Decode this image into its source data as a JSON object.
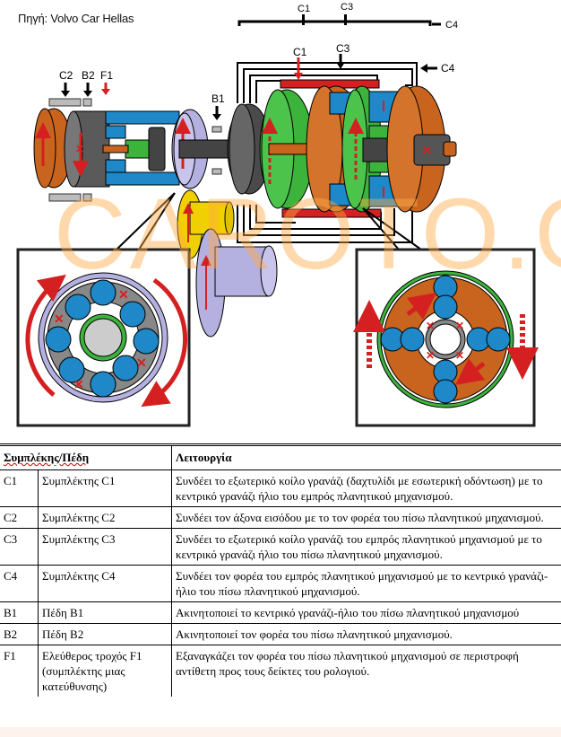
{
  "source_label": "Πηγή: Volvo Car Hellas",
  "watermark": "CAROTO.GR",
  "diagram": {
    "labels": {
      "c2": "C2",
      "b2": "B2",
      "f1": "F1",
      "b1": "B1",
      "c1_top": "C1",
      "c3_top": "C3",
      "c4_top": "C4",
      "c1": "C1",
      "c3": "C3",
      "c4": "C4"
    },
    "colors": {
      "orange": "#c8641e",
      "blue": "#1e88c8",
      "green": "#3cb43c",
      "grey": "#5a5a5a",
      "lavender": "#b4b0e0",
      "yellow": "#f0d000",
      "red": "#d42020"
    }
  },
  "table": {
    "headers": [
      "Συμπλέκης/Πέδη",
      "Λειτουργία"
    ],
    "rows": [
      {
        "code": "C1",
        "name": "Συμπλέκτης C1",
        "function": "Συνδέει το εξωτερικό κοίλο γρανάζι (δαχτυλίδι με εσωτερική οδόντωση) με το κεντρικό γρανάζι ήλιο του εμπρός πλανητικού μηχανισμού."
      },
      {
        "code": "C2",
        "name": "Συμπλέκτης C2",
        "function": "Συνδέει τον άξονα εισόδου με το τον φορέα του πίσω πλανητικού μηχανισμού."
      },
      {
        "code": "C3",
        "name": "Συμπλέκτης C3",
        "function": "Συνδέει το εξωτερικό κοίλο γρανάζι του εμπρός πλανητικού μηχανισμού με το κεντρικό γρανάζι ήλιο του πίσω πλανητικού μηχανισμού."
      },
      {
        "code": "C4",
        "name": "Συμπλέκτης C4",
        "function": "Συνδέει τον φορέα του εμπρός πλανητικού μηχανισμού με το κεντρικό γρανάζι-ήλιο του πίσω πλανητικού μηχανισμού."
      },
      {
        "code": "B1",
        "name": "Πέδη B1",
        "function": "Ακινητοποιεί το κεντρικό γρανάζι-ήλιο του πίσω πλανητικού μηχανισμού"
      },
      {
        "code": "B2",
        "name": "Πέδη B2",
        "function": "Ακινητοποιεί τον φορέα του πίσω πλανητικού μηχανισμού."
      },
      {
        "code": "F1",
        "name": "Ελεύθερος τροχός F1 (συμπλέκτης μιας κατεύθυνσης)",
        "function": "Εξαναγκάζει τον φορέα του πίσω πλανητικού μηχανισμού σε περιστροφή αντίθετη προς τους δείκτες του ρολογιού."
      }
    ]
  }
}
